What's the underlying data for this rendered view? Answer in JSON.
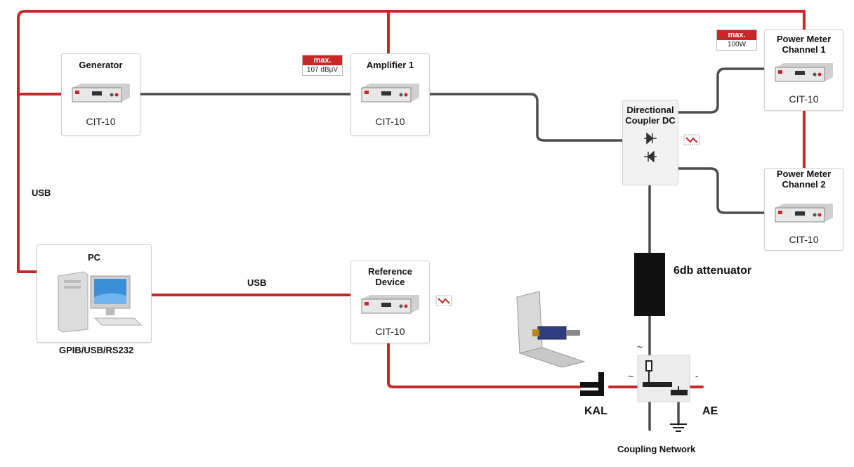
{
  "colors": {
    "usb_wire": "#c62828",
    "rf_wire": "#4d4d4d",
    "attenuator": "#111111"
  },
  "devices": {
    "generator": {
      "title": "Generator",
      "model": "CIT-10"
    },
    "amplifier": {
      "title": "Amplifier 1",
      "model": "CIT-10"
    },
    "pm1": {
      "title_line1": "Power Meter",
      "title_line2": "Channel 1",
      "model": "CIT-10"
    },
    "pm2": {
      "title_line1": "Power Meter",
      "title_line2": "Channel 2",
      "model": "CIT-10"
    },
    "reference": {
      "title_line1": "Reference",
      "title_line2": "Device",
      "model": "CIT-10"
    },
    "pc": {
      "title": "PC",
      "caption": "GPIB/USB/RS232"
    },
    "coupler": {
      "title_line1": "Directional",
      "title_line2": "Coupler DC"
    }
  },
  "badges": {
    "amp_max": {
      "top": "max.",
      "bottom": "107 dBµV"
    },
    "power_max": {
      "top": "max.",
      "bottom": "100W"
    }
  },
  "labels": {
    "usb_left": "USB",
    "usb_mid": "USB",
    "attenuator": "6db attenuator",
    "kal": "KAL",
    "ae": "AE",
    "coupling_network": "Coupling Network"
  },
  "icons": [
    "pc-computer-icon",
    "diode-icon",
    "signal-warning-icon",
    "ground-icon",
    "clamp-fixture-icon"
  ]
}
